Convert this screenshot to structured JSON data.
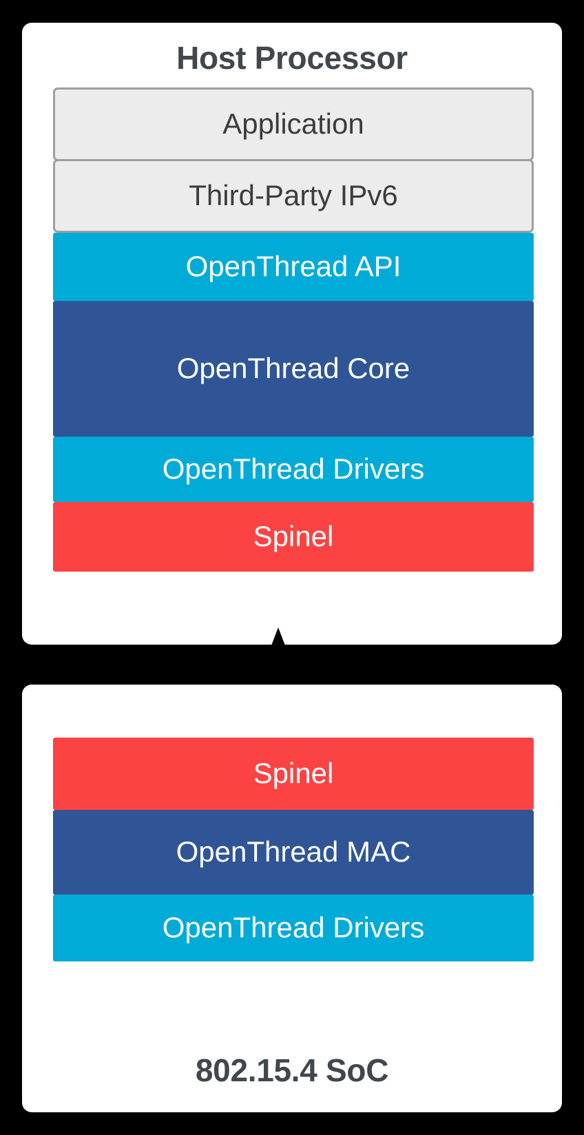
{
  "diagram": {
    "title": "OpenThread NCP / RCP architecture stack",
    "background_color": "#000000",
    "panel_color": "#ffffff",
    "colors": {
      "cyan": "#00abd8",
      "dark_blue": "#2f5597",
      "red": "#fb4343",
      "grey_fill": "#ececec",
      "grey_border": "#9e9e9e",
      "grey_text": "#3c3c3c",
      "title_text": "#41474c",
      "arrow": "#000000"
    }
  },
  "host_panel": {
    "title": "Host Processor",
    "layers": [
      {
        "label": "Application",
        "style": "grey",
        "color": "#ececec"
      },
      {
        "label": "Third-Party IPv6",
        "style": "grey",
        "color": "#ececec"
      },
      {
        "label": "OpenThread API",
        "style": "solid",
        "color": "#00abd8"
      },
      {
        "label": "OpenThread Core",
        "style": "solid",
        "color": "#2f5597"
      },
      {
        "label": "OpenThread Drivers",
        "style": "solid",
        "color": "#00abd8"
      },
      {
        "label": "Spinel",
        "style": "solid",
        "color": "#fb4343"
      }
    ]
  },
  "soc_panel": {
    "title": "802.15.4 SoC",
    "layers": [
      {
        "label": "Spinel",
        "style": "solid",
        "color": "#fb4343"
      },
      {
        "label": "OpenThread MAC",
        "style": "solid",
        "color": "#2f5597"
      },
      {
        "label": "OpenThread Drivers",
        "style": "solid",
        "color": "#00abd8"
      }
    ]
  },
  "connector": {
    "type": "double-headed-arrow",
    "direction": "bidirectional",
    "from": "Spinel (Host Processor)",
    "to": "Spinel (802.15.4 SoC)",
    "color": "#000000"
  }
}
